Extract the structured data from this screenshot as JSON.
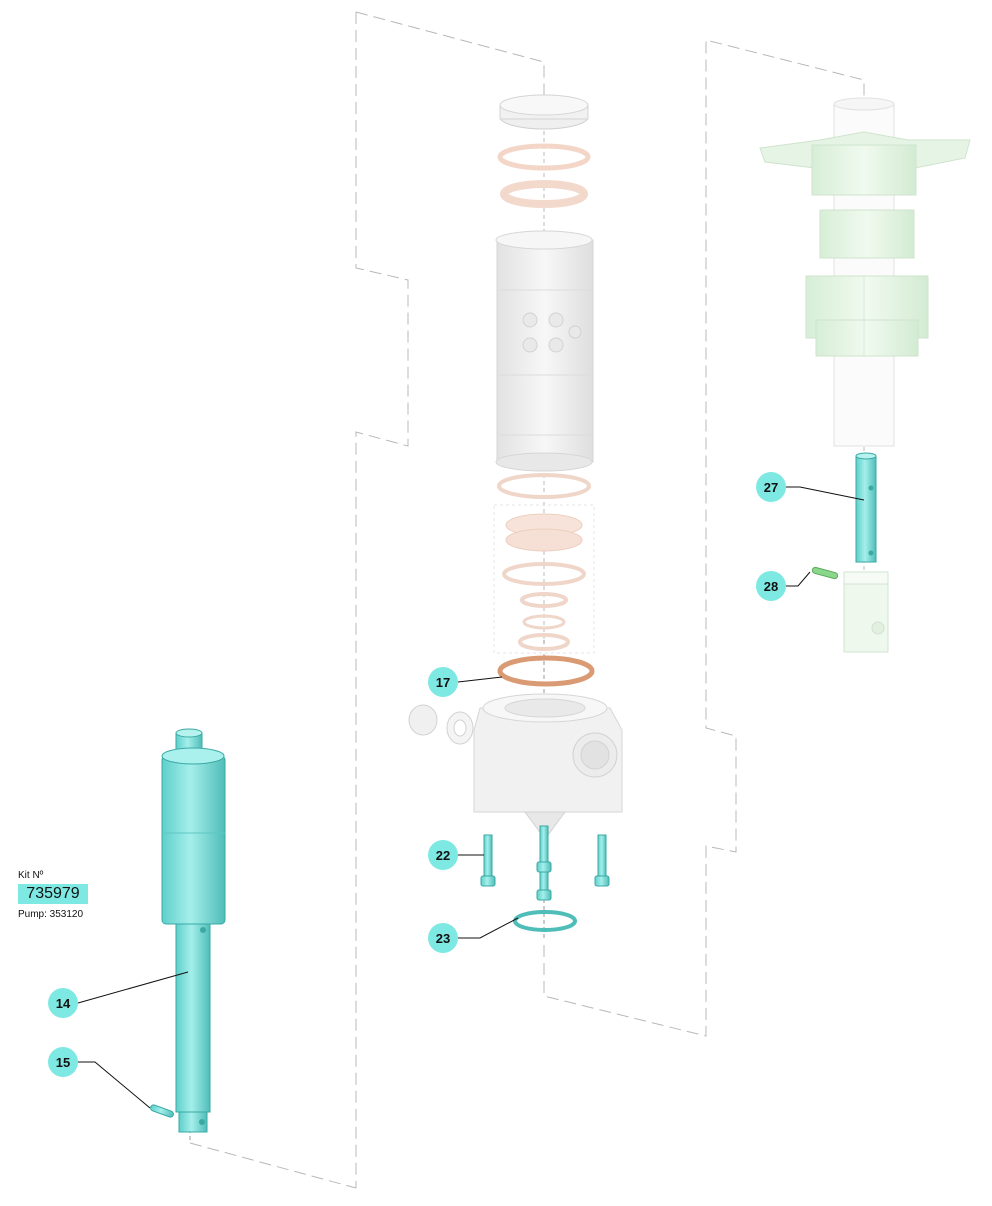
{
  "kit": {
    "label": "Kit Nº",
    "number": "735979",
    "pump": "Pump: 353120"
  },
  "callouts": [
    "14",
    "15",
    "17",
    "22",
    "23",
    "27",
    "28"
  ],
  "colors": {
    "highlight": "#7ee8e3",
    "part_cyan": "#86e3df",
    "part_cyan_dark": "#4fbdb8",
    "ghost_grey": "#ececec",
    "ghost_green": "#e3f3e2",
    "ghost_peach": "#f6e2d8",
    "oring_copper": "#d99a74",
    "pin_green": "#8ad78c"
  }
}
